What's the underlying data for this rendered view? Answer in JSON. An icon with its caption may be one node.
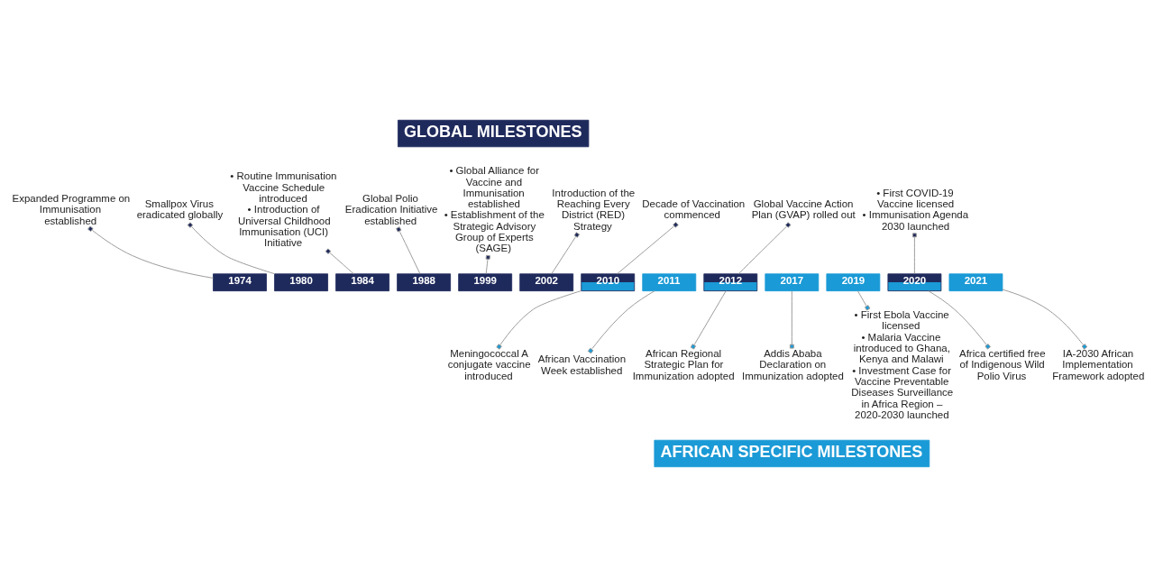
{
  "diagram": {
    "nodes": [
      {
        "text": [
          "GLOBAL MILESTONES"
        ]
      },
      {
        "text": [
          "Expanded Programme on Immunisation established"
        ]
      },
      {
        "text": [
          "Smallpox Virus eradicated globally"
        ]
      },
      {
        "text": [
          "• Routine Immunisation Vaccine Schedule introduced",
          "• Introduction of Universal Childhood Immunisation (UCI) Initiative"
        ]
      },
      {
        "text": [
          "Global Polio Eradication Initiative established"
        ]
      },
      {
        "text": [
          "• Global Alliance for Vaccine and Immunisation established",
          "• Establishment of the Strategic Advisory Group of Experts (SAGE)"
        ]
      },
      {
        "text": [
          "Introduction of the Reaching Every District (RED) Strategy"
        ]
      },
      {
        "text": [
          "Decade of Vaccination commenced"
        ]
      },
      {
        "text": [
          "Global Vaccine Action Plan (GVAP) rolled out"
        ]
      },
      {
        "text": [
          "• First COVID-19 Vaccine licensed",
          "• Immunisation Agenda 2030 launched"
        ]
      },
      {
        "text": [
          "1974"
        ]
      },
      {
        "text": [
          "1980"
        ]
      },
      {
        "text": [
          "1984"
        ]
      },
      {
        "text": [
          "1988"
        ]
      },
      {
        "text": [
          "1999"
        ]
      },
      {
        "text": [
          "2002"
        ]
      },
      {
        "text": [
          "2010"
        ]
      },
      {
        "text": [
          "2011"
        ]
      },
      {
        "text": [
          "2012"
        ]
      },
      {
        "text": [
          "2017"
        ]
      },
      {
        "text": [
          "2019"
        ]
      },
      {
        "text": [
          "2020"
        ]
      },
      {
        "text": [
          "2021"
        ]
      },
      {
        "text": [
          "Meningococcal A conjugate vaccine introduced"
        ]
      },
      {
        "text": [
          "African Vaccination Week established"
        ]
      },
      {
        "text": [
          "African Regional Strategic Plan for Immunization adopted"
        ]
      },
      {
        "text": [
          "Addis Ababa Declaration on Immunization adopted"
        ]
      },
      {
        "text": [
          "• First Ebola Vaccine licensed",
          "• Malaria Vaccine introduced to Ghana, Kenya and Malawi",
          "• Investment Case for Vaccine Preventable Diseases Surveillance in Africa Region – 2020-2030 launched"
        ]
      },
      {
        "text": [
          "Africa certified free of Indigenous Wild Polio Virus"
        ]
      },
      {
        "text": [
          "IA-2030 African Implementation Framework adopted"
        ]
      },
      {
        "text": [
          "AFRICAN SPECIFIC MILESTONES"
        ]
      }
    ],
    "edges": [
      {
        "from": 10,
        "to": 1,
        "arrow": "other"
      },
      {
        "from": 11,
        "to": 2,
        "arrow": "other"
      },
      {
        "from": 12,
        "to": 3,
        "arrow": "other"
      },
      {
        "from": 13,
        "to": 4,
        "arrow": "other"
      },
      {
        "from": 14,
        "to": 5,
        "arrow": "other"
      },
      {
        "from": 15,
        "to": 6,
        "arrow": "other"
      },
      {
        "from": 16,
        "to": 7,
        "arrow": "other"
      },
      {
        "from": 18,
        "to": 8,
        "arrow": "other"
      },
      {
        "from": 21,
        "to": 9,
        "arrow": "other"
      },
      {
        "from": 16,
        "to": 23,
        "arrow": "other"
      },
      {
        "from": 17,
        "to": 24,
        "arrow": "other"
      },
      {
        "from": 18,
        "to": 25,
        "arrow": "other"
      },
      {
        "from": 19,
        "to": 26,
        "arrow": "other"
      },
      {
        "from": 20,
        "to": 27,
        "arrow": "other"
      },
      {
        "from": 21,
        "to": 28,
        "arrow": "other"
      },
      {
        "from": 22,
        "to": 29,
        "arrow": "other"
      }
    ]
  }
}
